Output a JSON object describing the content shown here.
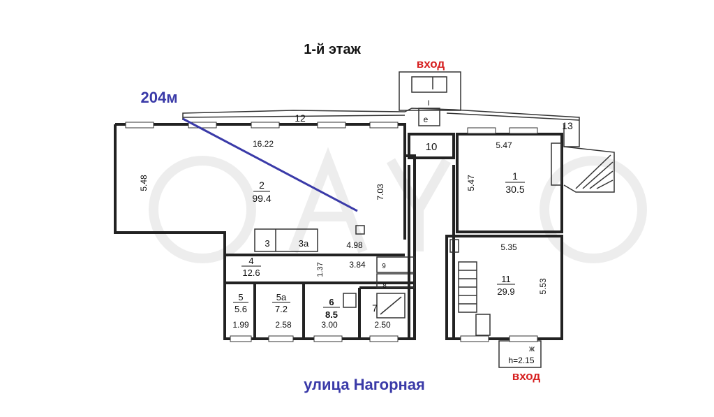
{
  "header": {
    "floor_title": "1-й этаж"
  },
  "annotations": {
    "entrance_top": "вход",
    "entrance_bottom": "вход",
    "area_callout": "204м",
    "street_name": "улица Нагорная",
    "ceiling_height": "h=2.15",
    "label_12": "12",
    "label_13": "13",
    "label_10": "10",
    "label_I": "I",
    "label_e": "е",
    "label_zh": "ж",
    "label_8": "8",
    "label_9": "9"
  },
  "rooms": {
    "r1": {
      "number": "1",
      "area": "30.5"
    },
    "r2": {
      "number": "2",
      "area": "99.4"
    },
    "r3": {
      "number": "3"
    },
    "r3a": {
      "number": "3а"
    },
    "r4": {
      "number": "4",
      "area": "12.6"
    },
    "r5": {
      "number": "5",
      "area": "5.6"
    },
    "r5a": {
      "number": "5а",
      "area": "7.2"
    },
    "r6": {
      "number": "6",
      "area": "8.5"
    },
    "r7": {
      "number": "7"
    },
    "r11": {
      "number": "11",
      "area": "29.9"
    }
  },
  "dimensions": {
    "d_16_22": "16.22",
    "d_5_48": "5.48",
    "d_7_03": "7.03",
    "d_4_98": "4.98",
    "d_1_37": "1.37",
    "d_3_84": "3.84",
    "d_1_99": "1.99",
    "d_2_58": "2.58",
    "d_3_00": "3.00",
    "d_2_50": "2.50",
    "d_5_47_top": "5.47",
    "d_5_47_side": "5.47",
    "d_5_35": "5.35",
    "d_5_53": "5.53"
  },
  "colors": {
    "accent_red": "#d62020",
    "accent_blue": "#3a3aa8",
    "wall": "#222222"
  }
}
